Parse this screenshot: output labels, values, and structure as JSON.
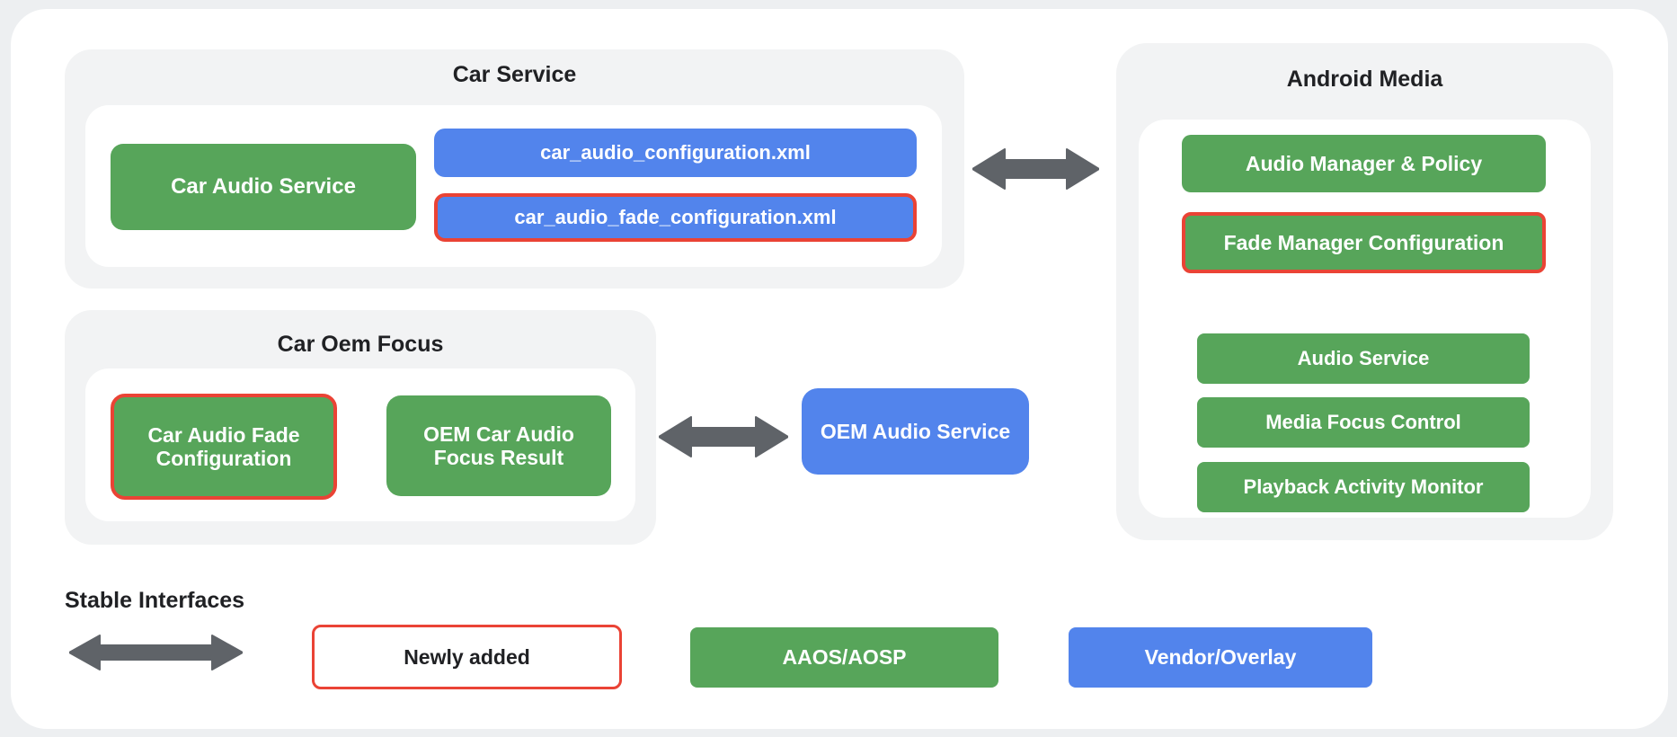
{
  "colors": {
    "green_aaos_aosp": "#57A55A",
    "blue_vendor_overlay": "#5284EC",
    "red_newly_added_border": "#EA4335",
    "arrow_gray": "#5F6368",
    "group_background": "#F2F3F4",
    "card_background": "#FFFFFF",
    "page_background": "#EDEFF1",
    "title_text": "#202124",
    "box_text": "#FFFFFF"
  },
  "groups": {
    "car_service": {
      "title": "Car Service",
      "car_audio_service": "Car Audio Service",
      "config_xml": "car_audio_configuration.xml",
      "fade_config_xml": "car_audio_fade_configuration.xml"
    },
    "android_media": {
      "title": "Android Media",
      "audio_manager_policy": "Audio Manager & Policy",
      "fade_manager_configuration": "Fade Manager Configuration",
      "audio_service": "Audio Service",
      "media_focus_control": "Media Focus Control",
      "playback_activity_monitor": "Playback Activity Monitor"
    },
    "car_oem_focus": {
      "title": "Car Oem Focus",
      "car_audio_fade_configuration": "Car Audio Fade Configuration",
      "oem_car_audio_focus_result": "OEM Car Audio Focus Result"
    }
  },
  "standalone": {
    "oem_audio_service": "OEM Audio Service"
  },
  "legend": {
    "stable_interfaces": "Stable Interfaces",
    "newly_added": "Newly added",
    "aaos_aosp": "AAOS/AOSP",
    "vendor_overlay": "Vendor/Overlay"
  }
}
